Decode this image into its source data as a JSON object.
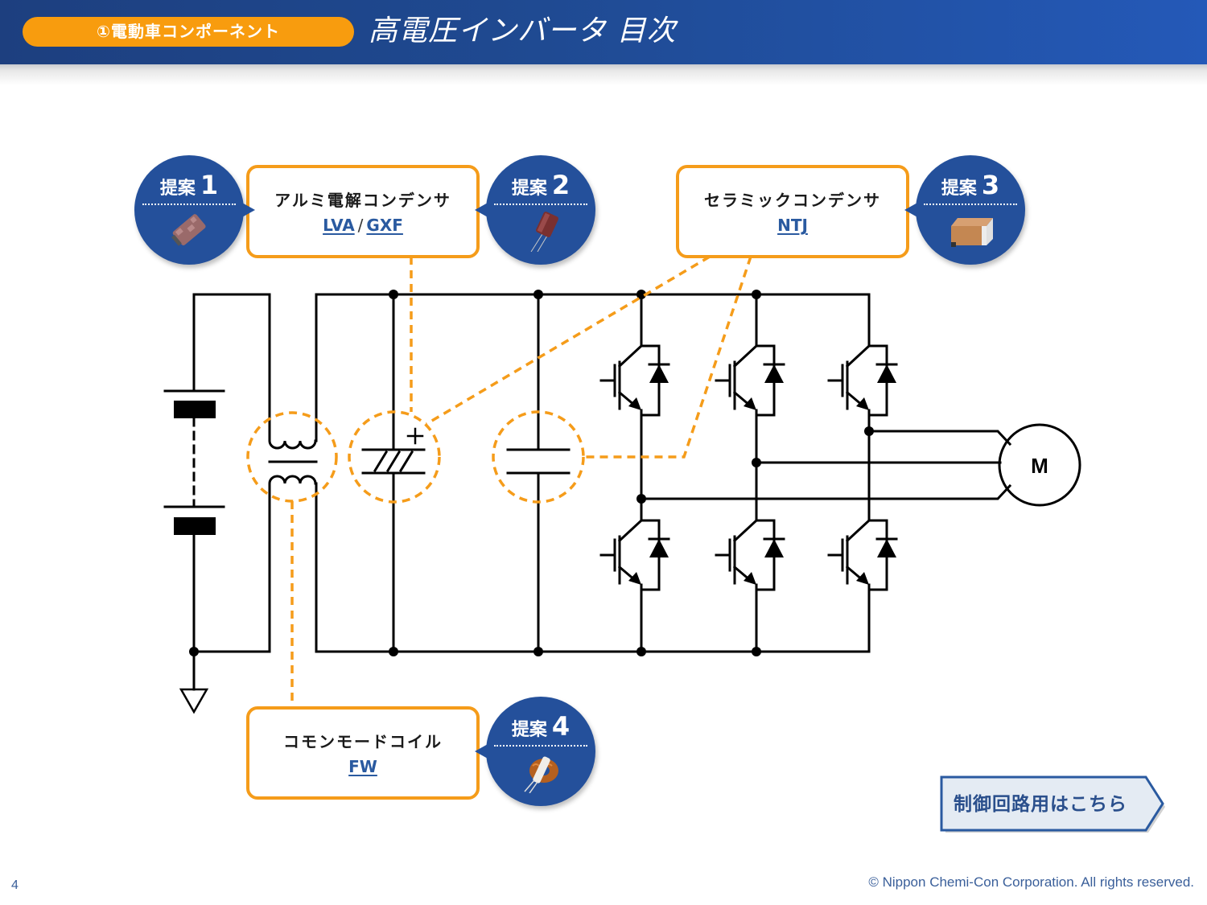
{
  "header": {
    "category": "①電動車コンポーネント",
    "title": "高電圧インバータ 目次"
  },
  "colors": {
    "header_blue": "#1f4a92",
    "accent_orange": "#f59c1a",
    "badge_blue": "#24509b",
    "link_blue": "#2a5aa0"
  },
  "proposals": [
    {
      "badge_label": "提案",
      "badge_number": "1",
      "image_icon": "radial-aluminum-capacitor-icon",
      "component": "アルミ電解コンデンサ",
      "links": [
        "LVA",
        "GXF"
      ],
      "separator": "/"
    },
    {
      "badge_label": "提案",
      "badge_number": "2",
      "image_icon": "small-radial-capacitor-icon"
    },
    {
      "badge_label": "提案",
      "badge_number": "3",
      "image_icon": "mlcc-chip-icon",
      "component": "セラミックコンデンサ",
      "links": [
        "NTJ"
      ]
    },
    {
      "badge_label": "提案",
      "badge_number": "4",
      "image_icon": "toroidal-coil-icon",
      "component": "コモンモードコイル",
      "links": [
        "FW"
      ]
    }
  ],
  "circuit": {
    "motor_label": "M",
    "capacitor_polarity": "+"
  },
  "nav_button": {
    "label": "制御回路用はこちら"
  },
  "footer": {
    "page_number": "4",
    "copyright": "© Nippon Chemi-Con Corporation. All rights reserved."
  }
}
